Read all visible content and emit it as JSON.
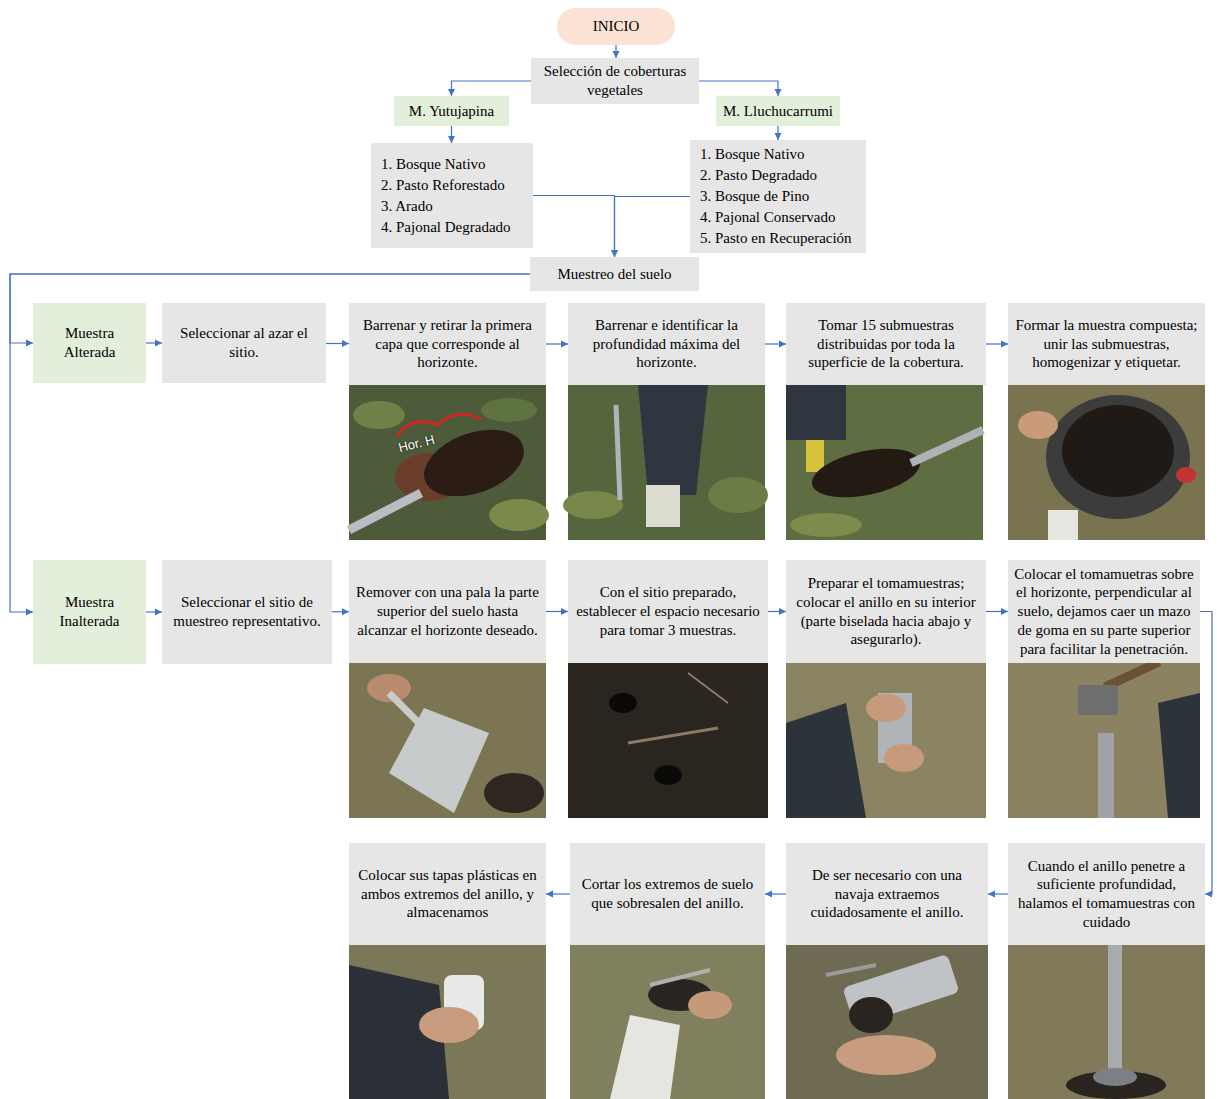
{
  "diagram": {
    "nodes": [
      {
        "text": [
          "INICIO"
        ]
      },
      {
        "text": [
          "Selección de coberturas vegetales"
        ]
      },
      {
        "text": [
          "M. Yutujapina"
        ]
      },
      {
        "text": [
          "M. Lluchucarrumi"
        ]
      },
      {
        "text": [
          "1. Bosque Nativo",
          "2. Pasto Reforestado",
          "3. Arado",
          "4. Pajonal Degradado"
        ]
      },
      {
        "text": [
          "1. Bosque Nativo",
          "2. Pasto Degradado",
          "3. Bosque de Pino",
          "4. Pajonal Conservado",
          "5. Pasto en Recuperación"
        ]
      },
      {
        "text": [
          "Muestreo del suelo"
        ]
      },
      {
        "text": [
          "Muestra Alterada"
        ]
      },
      {
        "text": [
          "Seleccionar al azar el sitio."
        ]
      },
      {
        "text": [
          "Barrenar y retirar la primera capa que corresponde al horizonte."
        ]
      },
      {
        "text": [
          "Barrenar e identificar la profundidad máxima del horizonte."
        ]
      },
      {
        "text": [
          "Tomar 15 submuestras distribuidas por toda la superficie de la cobertura."
        ]
      },
      {
        "text": [
          "Formar la muestra compuesta; unir las submuestras, homogenizar y etiquetar."
        ]
      },
      {
        "text": [
          "Muestra Inalterada"
        ]
      },
      {
        "text": [
          "Seleccionar el sitio de muestreo representativo."
        ]
      },
      {
        "text": [
          "Remover con una pala la parte superior del suelo hasta alcanzar el horizonte deseado."
        ]
      },
      {
        "text": [
          "Con el sitio preparado, establecer el espacio necesario para tomar 3 muestras."
        ]
      },
      {
        "text": [
          "Preparar el tomamuestras; colocar el anillo en su interior (parte biselada hacia abajo y asegurarlo)."
        ]
      },
      {
        "text": [
          "Colocar el tomamuetras sobre el horizonte, perpendicular al suelo, dejamos caer un mazo de goma en su parte superior para facilitar la penetración."
        ]
      },
      {
        "text": [
          "Cuando el anillo penetre a suficiente profundidad, halamos el tomamuestras con cuidado"
        ]
      },
      {
        "text": [
          "De ser necesario con una navaja extraemos cuidadosamente el anillo."
        ]
      },
      {
        "text": [
          "Cortar los extremos de suelo que sobresalen del anillo."
        ]
      },
      {
        "text": [
          "Colocar sus tapas plásticas en ambos extremos del anillo, y almacenamos"
        ]
      }
    ],
    "edges": [
      {
        "from": 0,
        "to": 1,
        "arrow": "to"
      },
      {
        "from": 1,
        "to": 2,
        "arrow": "to"
      },
      {
        "from": 1,
        "to": 3,
        "arrow": "to"
      },
      {
        "from": 2,
        "to": 4,
        "arrow": "to"
      },
      {
        "from": 3,
        "to": 5,
        "arrow": "to"
      },
      {
        "from": 4,
        "to": 6,
        "arrow": "to"
      },
      {
        "from": 5,
        "to": 6,
        "arrow": "to"
      },
      {
        "from": 6,
        "to": 7,
        "arrow": "to"
      },
      {
        "from": 6,
        "to": 13,
        "arrow": "to"
      },
      {
        "from": 7,
        "to": 8,
        "arrow": "to"
      },
      {
        "from": 8,
        "to": 9,
        "arrow": "to"
      },
      {
        "from": 9,
        "to": 10,
        "arrow": "to"
      },
      {
        "from": 10,
        "to": 11,
        "arrow": "to"
      },
      {
        "from": 11,
        "to": 12,
        "arrow": "to"
      },
      {
        "from": 13,
        "to": 14,
        "arrow": "to"
      },
      {
        "from": 14,
        "to": 15,
        "arrow": "to"
      },
      {
        "from": 15,
        "to": 16,
        "arrow": "to"
      },
      {
        "from": 16,
        "to": 17,
        "arrow": "to"
      },
      {
        "from": 17,
        "to": 18,
        "arrow": "to"
      },
      {
        "from": 18,
        "to": 19,
        "arrow": "to"
      },
      {
        "from": 19,
        "to": 20,
        "arrow": "to"
      },
      {
        "from": 20,
        "to": 21,
        "arrow": "to"
      },
      {
        "from": 21,
        "to": 22,
        "arrow": "to"
      }
    ],
    "labels": [
      "Hor. H"
    ]
  }
}
